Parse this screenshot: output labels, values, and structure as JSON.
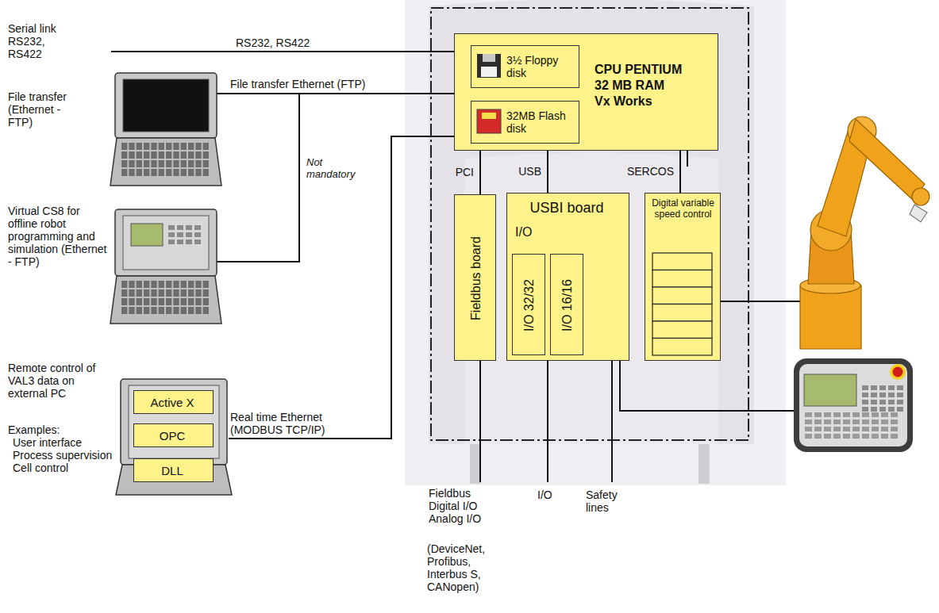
{
  "diagram": {
    "nodes": [
      {
        "text": [
          "CPU PENTIUM",
          "32 MB RAM",
          "Vx Works"
        ]
      },
      {
        "text": [
          "3½ Floppy disk"
        ],
        "in": 0
      },
      {
        "text": [
          "32MB Flash disk"
        ],
        "in": 0
      },
      {
        "text": [
          "Fieldbus board"
        ]
      },
      {
        "text": [
          "USBI board",
          "I/O"
        ]
      },
      {
        "text": [
          "I/O 32/32"
        ],
        "in": 4
      },
      {
        "text": [
          "I/O 16/16"
        ],
        "in": 4
      },
      {
        "text": [
          "Digital variable speed control"
        ]
      },
      {
        "text": [
          "Active X"
        ]
      },
      {
        "text": [
          "OPC"
        ]
      },
      {
        "text": [
          "DLL"
        ]
      }
    ],
    "edges": [
      {
        "from": 0,
        "to": 3,
        "arrow": "none",
        "label": "PCI"
      },
      {
        "from": 0,
        "to": 4,
        "arrow": "none",
        "label": "USB"
      },
      {
        "from": 0,
        "to": 7,
        "arrow": "none",
        "label": "SERCOS"
      }
    ],
    "labels": [
      "Serial link RS232, RS422",
      "RS232, RS422",
      "File transfer (Ethernet - FTP)",
      "File transfer Ethernet (FTP)",
      "Not mandatory",
      "Virtual CS8 for offline robot programming and simulation (Ethernet - FTP)",
      "Remote control of VAL3 data on external PC",
      "Examples:",
      "User interface",
      "Process supervision",
      "Cell control",
      "Real time Ethernet (MODBUS TCP/IP)",
      "Fieldbus Digital I/O Analog I/O",
      "(DeviceNet, Profibus, Interbus S, CANopen)",
      "I/O",
      "Safety lines"
    ]
  }
}
